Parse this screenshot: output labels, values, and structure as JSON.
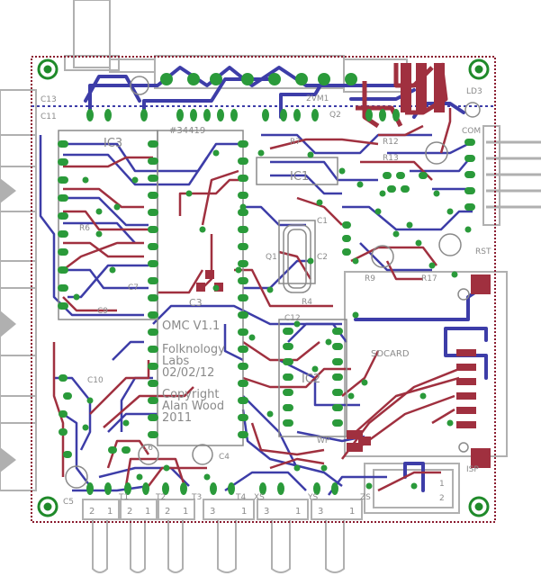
{
  "board": {
    "colors": {
      "board_bg": "#ffffff",
      "outline": "#8a1b2f",
      "top_copper": "#a0303f",
      "bottom_copper": "#3d3da8",
      "pad": "#2a9a3a",
      "smd": "#a0303f",
      "silk": "#8a8a8a",
      "mount": "#1f8a2a"
    },
    "text_block": {
      "line1": "OMC V1.1",
      "line2": "Folknology",
      "line3": "Labs",
      "line4": "02/02/12",
      "line5": "Copyright",
      "line6": "Alan Wood",
      "line7": "2011"
    },
    "labels": {
      "ic3": "IC3",
      "ic1": "IC1",
      "ic2": "IC2",
      "c3": "C3",
      "q1": "Q1",
      "c1": "C1",
      "c2": "C2",
      "c7": "C7",
      "c9": "C9",
      "c10": "C10",
      "c11": "C11",
      "c12": "C12",
      "c4": "C4",
      "c5": "C5",
      "c6": "C6",
      "c13": "C13",
      "r1": "R1",
      "r4": "R4",
      "r6": "R6",
      "r7": "R7",
      "r9": "R9",
      "r12": "R12",
      "r13": "R13",
      "r17": "R17",
      "ld3": "LD3",
      "com": "COM",
      "rst": "RST",
      "sdcard": "SDCARD",
      "wp": "WP",
      "isp": "ISP",
      "part_number": "#34419",
      "q2": "Q2",
      "mx2": "2VM1",
      "t1": "T1",
      "t2": "T2",
      "t3": "T3",
      "t4": "T4",
      "xs": "XS",
      "ys": "YS",
      "zs": "ZS",
      "isp_pin1": "1",
      "isp_pin2": "2"
    },
    "pin_labels": [
      "2",
      "1",
      "2",
      "1",
      "2",
      "1",
      "3",
      "1",
      "3",
      "1",
      "3",
      "1"
    ]
  }
}
